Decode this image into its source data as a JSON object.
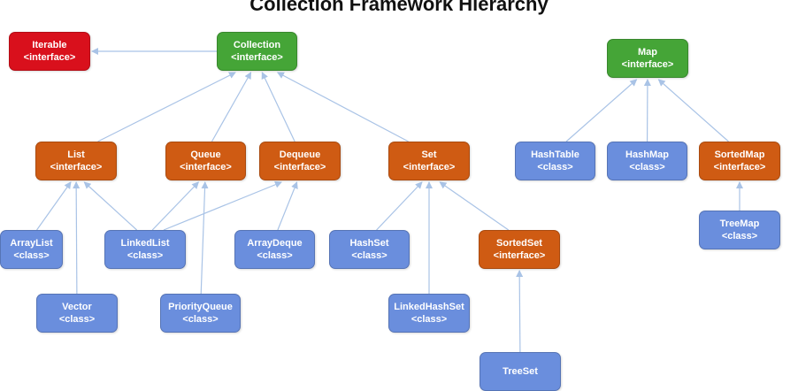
{
  "title": "Collection Framework Hierarchy",
  "colors": {
    "standalone": "#d9101c",
    "root": "#45a537",
    "interface": "#cf5b13",
    "class": "#6a8edd",
    "edge": "#a9c3e6"
  },
  "nodes": [
    {
      "id": "iterable",
      "name": "Iterable",
      "kind": "<interface>",
      "role": "standalone"
    },
    {
      "id": "collection",
      "name": "Collection",
      "kind": "<interface>",
      "role": "root"
    },
    {
      "id": "map",
      "name": "Map",
      "kind": "<interface>",
      "role": "root"
    },
    {
      "id": "list",
      "name": "List",
      "kind": "<interface>",
      "role": "interface"
    },
    {
      "id": "queue",
      "name": "Queue",
      "kind": "<interface>",
      "role": "interface"
    },
    {
      "id": "dequeue",
      "name": "Dequeue",
      "kind": "<interface>",
      "role": "interface"
    },
    {
      "id": "set",
      "name": "Set",
      "kind": "<interface>",
      "role": "interface"
    },
    {
      "id": "hashtable",
      "name": "HashTable",
      "kind": "<class>",
      "role": "class"
    },
    {
      "id": "hashmap",
      "name": "HashMap",
      "kind": "<class>",
      "role": "class"
    },
    {
      "id": "sortedmap",
      "name": "SortedMap",
      "kind": "<interface>",
      "role": "interface"
    },
    {
      "id": "treemap",
      "name": "TreeMap",
      "kind": "<class>",
      "role": "class"
    },
    {
      "id": "arraylist",
      "name": "ArrayList",
      "kind": "<class>",
      "role": "class"
    },
    {
      "id": "linkedlist",
      "name": "LinkedList",
      "kind": "<class>",
      "role": "class"
    },
    {
      "id": "arraydeque",
      "name": "ArrayDeque",
      "kind": "<class>",
      "role": "class"
    },
    {
      "id": "hashset",
      "name": "HashSet",
      "kind": "<class>",
      "role": "class"
    },
    {
      "id": "sortedset",
      "name": "SortedSet",
      "kind": "<interface>",
      "role": "interface"
    },
    {
      "id": "vector",
      "name": "Vector",
      "kind": "<class>",
      "role": "class"
    },
    {
      "id": "priorityqueue",
      "name": "PriorityQueue",
      "kind": "<class>",
      "role": "class"
    },
    {
      "id": "linkedhashset",
      "name": "LinkedHashSet",
      "kind": "<class>",
      "role": "class"
    },
    {
      "id": "treeset",
      "name": "TreeSet",
      "kind": "",
      "role": "class"
    }
  ],
  "edges": [
    {
      "from": "collection",
      "to": "iterable"
    },
    {
      "from": "list",
      "to": "collection"
    },
    {
      "from": "queue",
      "to": "collection"
    },
    {
      "from": "dequeue",
      "to": "collection"
    },
    {
      "from": "set",
      "to": "collection"
    },
    {
      "from": "hashtable",
      "to": "map"
    },
    {
      "from": "hashmap",
      "to": "map"
    },
    {
      "from": "sortedmap",
      "to": "map"
    },
    {
      "from": "treemap",
      "to": "sortedmap"
    },
    {
      "from": "arraylist",
      "to": "list"
    },
    {
      "from": "vector",
      "to": "list"
    },
    {
      "from": "linkedlist",
      "to": "list"
    },
    {
      "from": "linkedlist",
      "to": "queue"
    },
    {
      "from": "linkedlist",
      "to": "dequeue"
    },
    {
      "from": "priorityqueue",
      "to": "queue"
    },
    {
      "from": "arraydeque",
      "to": "dequeue"
    },
    {
      "from": "hashset",
      "to": "set"
    },
    {
      "from": "linkedhashset",
      "to": "set"
    },
    {
      "from": "sortedset",
      "to": "set"
    },
    {
      "from": "treeset",
      "to": "sortedset"
    }
  ]
}
